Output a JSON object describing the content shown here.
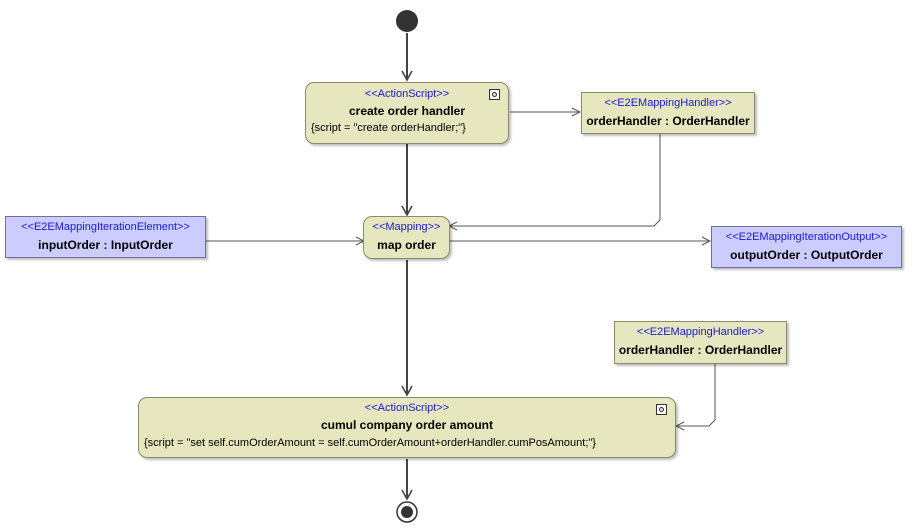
{
  "actions": {
    "create_order_handler": {
      "stereotype": "<<ActionScript>>",
      "name": "create order handler",
      "script": "{script = \"create orderHandler;\"}"
    },
    "map_order": {
      "stereotype": "<<Mapping>>",
      "name": "map order"
    },
    "cumul_amount": {
      "stereotype": "<<ActionScript>>",
      "name": "cumul company order amount",
      "script": "{script = \"set self.cumOrderAmount = self.cumOrderAmount+orderHandler.cumPosAmount;\"}"
    }
  },
  "objects": {
    "order_handler_1": {
      "stereotype": "<<E2EMappingHandler>>",
      "name": "orderHandler : OrderHandler"
    },
    "order_handler_2": {
      "stereotype": "<<E2EMappingHandler>>",
      "name": "orderHandler : OrderHandler"
    },
    "input_order": {
      "stereotype": "<<E2EMappingIterationElement>>",
      "name": "inputOrder : InputOrder"
    },
    "output_order": {
      "stereotype": "<<E2EMappingIterationOutput>>",
      "name": "outputOrder : OutputOrder"
    }
  },
  "colors": {
    "action_fill": "#e6e6bf",
    "iteration_fill": "#ccccff",
    "stereotype_text": "#1a1ad0"
  }
}
